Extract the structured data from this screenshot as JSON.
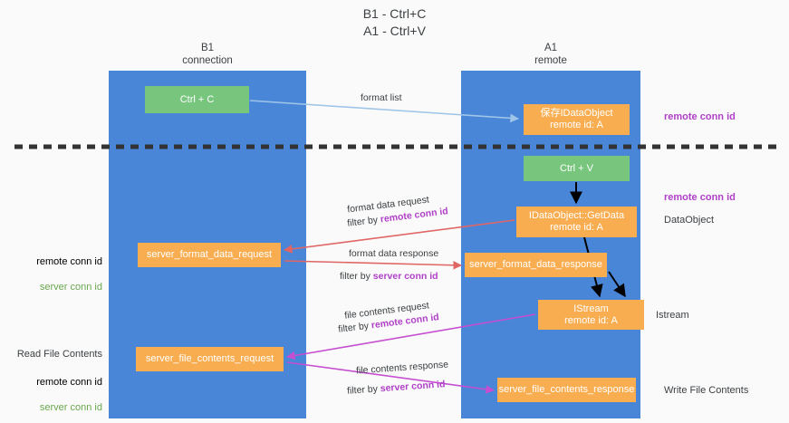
{
  "title": "B1 - Ctrl+C\nA1 - Ctrl+V",
  "lanes": {
    "left": {
      "name": "B1",
      "role": "connection",
      "header": "B1\nconnection",
      "color": "#4a86d8"
    },
    "right": {
      "name": "A1",
      "role": "remote",
      "header": "A1\nremote",
      "color": "#4a86d8"
    }
  },
  "colors": {
    "lane": "#4a86d8",
    "green_box": "#78c57e",
    "orange_box": "#f9ad51",
    "purple_text": "#b040c8",
    "green_text": "#6aa84f",
    "blue_arrow": "#9fc5e8",
    "red_arrow": "#e06666",
    "magenta_arrow": "#c54fd0",
    "black_arrow": "#000000",
    "page_bg": "#fafafa"
  },
  "boxes": {
    "ctrl_c": "Ctrl + C",
    "data_object": "保存IDataObject\nremote id: A",
    "ctrl_v": "Ctrl + V",
    "get_data": "IDataObject::GetData\nremote id: A",
    "server_format_data_request": "server_format_data_request",
    "server_format_data_response": "server_format_data_response",
    "istream": "IStream\nremote id: A",
    "server_file_contents_request": "server_file_contents_request",
    "server_file_contents_response": "server_file_contents_response"
  },
  "edge_labels": {
    "format_list": "format list",
    "format_data_request": "format data request",
    "format_data_request_filter_prefix": "filter by ",
    "format_data_request_filter_key": "remote conn id",
    "format_data_response": "format data response",
    "format_data_response_filter_prefix": "filter by ",
    "format_data_response_filter_key": "server conn id",
    "file_contents_request": "file contents request",
    "file_contents_request_filter_prefix": "filter by ",
    "file_contents_request_filter_key": "remote conn id",
    "file_contents_response": "file contents response",
    "file_contents_response_filter_prefix": "filter by ",
    "file_contents_response_filter_key": "server conn id"
  },
  "right_notes": {
    "remote_conn_id_1": "remote conn id",
    "remote_conn_id_2": "remote conn id",
    "data_object": "DataObject",
    "istream": "Istream",
    "write_file_contents": "Write File Contents"
  },
  "left_notes": {
    "conn_ids_1": {
      "line1": "remote conn id",
      "line2": "server conn id"
    },
    "read_file_contents": "Read File Contents",
    "conn_ids_2": {
      "line1": "remote conn id",
      "line2": "server conn id"
    }
  }
}
